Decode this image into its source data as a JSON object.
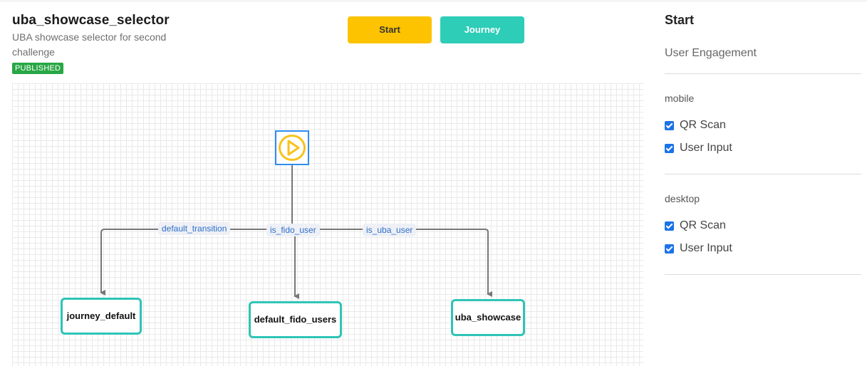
{
  "header": {
    "title": "uba_showcase_selector",
    "subtitle": "UBA showcase selector for second challenge",
    "status": "PUBLISHED"
  },
  "toolbar": {
    "start_label": "Start",
    "journey_label": "Journey"
  },
  "flow": {
    "start_icon": "play-icon",
    "edges": [
      "default_transition",
      "is_fido_user",
      "is_uba_user"
    ],
    "nodes": [
      "journey_default",
      "default_fido_users",
      "uba_showcase"
    ]
  },
  "panel": {
    "title": "Start",
    "subtitle": "User Engagement",
    "groups": [
      {
        "label": "mobile",
        "options": [
          {
            "label": "QR Scan",
            "checked": true
          },
          {
            "label": "User Input",
            "checked": true
          }
        ]
      },
      {
        "label": "desktop",
        "options": [
          {
            "label": "QR Scan",
            "checked": true
          },
          {
            "label": "User Input",
            "checked": true
          }
        ]
      }
    ]
  },
  "colors": {
    "start_button": "#fdc300",
    "journey_button": "#2dcdb7",
    "node_border": "#2ec4b6",
    "start_node_border": "#2f8df0",
    "badge": "#28a745",
    "edge_label_text": "#2e6fc9"
  }
}
